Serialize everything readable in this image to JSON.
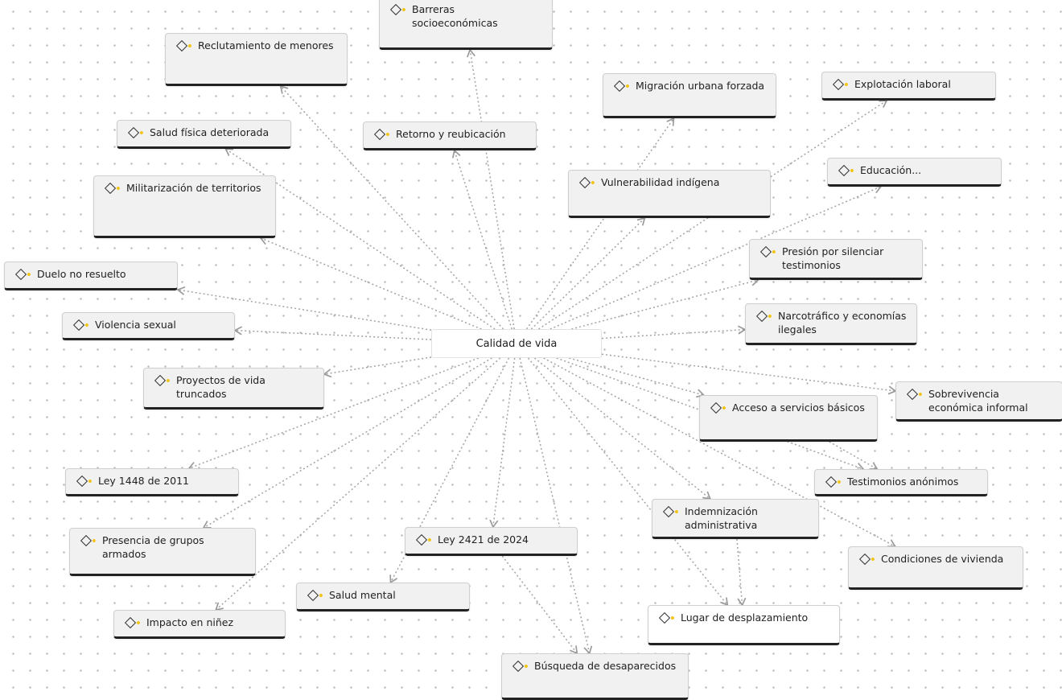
{
  "diagram": {
    "central": {
      "id": "calidad",
      "label": "Calidad de vida"
    },
    "nodes": [
      {
        "id": "barreras",
        "label": "Barreras socioeconómicas"
      },
      {
        "id": "reclutamiento",
        "label": "Reclutamiento de menores"
      },
      {
        "id": "migracion",
        "label": "Migración urbana forzada"
      },
      {
        "id": "explotacion",
        "label": "Explotación laboral"
      },
      {
        "id": "salud_fisica",
        "label": "Salud física deteriorada"
      },
      {
        "id": "retorno",
        "label": "Retorno y reubicación"
      },
      {
        "id": "vulnerabilidad",
        "label": "Vulnerabilidad indígena"
      },
      {
        "id": "educacion",
        "label": "Educación..."
      },
      {
        "id": "militarizacion",
        "label": "Militarización de territorios"
      },
      {
        "id": "presion",
        "label": "Presión por silenciar testimonios"
      },
      {
        "id": "duelo",
        "label": "Duelo no resuelto"
      },
      {
        "id": "narcotrafico",
        "label": "Narcotráfico y economías ilegales"
      },
      {
        "id": "violencia",
        "label": "Violencia sexual"
      },
      {
        "id": "proyectos",
        "label": "Proyectos de vida truncados"
      },
      {
        "id": "sobrevivencia",
        "label": "Sobrevivencia económica informal"
      },
      {
        "id": "acceso",
        "label": "Acceso a servicios básicos"
      },
      {
        "id": "ley1448",
        "label": "Ley 1448 de 2011"
      },
      {
        "id": "testimonios",
        "label": "Testimonios anónimos"
      },
      {
        "id": "indemnizacion",
        "label": "Indemnización administrativa"
      },
      {
        "id": "presencia",
        "label": "Presencia de grupos armados"
      },
      {
        "id": "ley2421",
        "label": "Ley 2421 de 2024"
      },
      {
        "id": "condiciones",
        "label": "Condiciones de vivienda"
      },
      {
        "id": "salud_mental",
        "label": "Salud mental"
      },
      {
        "id": "lugar",
        "label": "Lugar de desplazamiento"
      },
      {
        "id": "impacto",
        "label": "Impacto en niñez"
      },
      {
        "id": "busqueda",
        "label": "Búsqueda de desaparecidos"
      }
    ],
    "edges": [
      {
        "from": "calidad",
        "to": "barreras"
      },
      {
        "from": "calidad",
        "to": "reclutamiento"
      },
      {
        "from": "calidad",
        "to": "migracion"
      },
      {
        "from": "calidad",
        "to": "explotacion"
      },
      {
        "from": "calidad",
        "to": "salud_fisica"
      },
      {
        "from": "calidad",
        "to": "retorno"
      },
      {
        "from": "calidad",
        "to": "vulnerabilidad"
      },
      {
        "from": "calidad",
        "to": "educacion"
      },
      {
        "from": "calidad",
        "to": "militarizacion"
      },
      {
        "from": "calidad",
        "to": "presion"
      },
      {
        "from": "calidad",
        "to": "duelo"
      },
      {
        "from": "calidad",
        "to": "narcotrafico"
      },
      {
        "from": "calidad",
        "to": "violencia"
      },
      {
        "from": "calidad",
        "to": "proyectos"
      },
      {
        "from": "calidad",
        "to": "sobrevivencia"
      },
      {
        "from": "calidad",
        "to": "acceso"
      },
      {
        "from": "calidad",
        "to": "ley1448"
      },
      {
        "from": "calidad",
        "to": "testimonios"
      },
      {
        "from": "calidad",
        "to": "indemnizacion"
      },
      {
        "from": "calidad",
        "to": "presencia"
      },
      {
        "from": "calidad",
        "to": "ley2421"
      },
      {
        "from": "calidad",
        "to": "condiciones"
      },
      {
        "from": "calidad",
        "to": "salud_mental"
      },
      {
        "from": "calidad",
        "to": "lugar"
      },
      {
        "from": "calidad",
        "to": "impacto"
      },
      {
        "from": "calidad",
        "to": "busqueda"
      },
      {
        "from": "indemnizacion",
        "to": "lugar"
      },
      {
        "from": "ley2421",
        "to": "busqueda"
      },
      {
        "from": "acceso",
        "to": "testimonios"
      }
    ],
    "colors": {
      "edge": "#a3a3a3",
      "node_border_bottom": "#222222",
      "node_bg": "#f1f1f1",
      "icon_accent": "#f0c419"
    },
    "icon": "diamond-node-icon"
  }
}
